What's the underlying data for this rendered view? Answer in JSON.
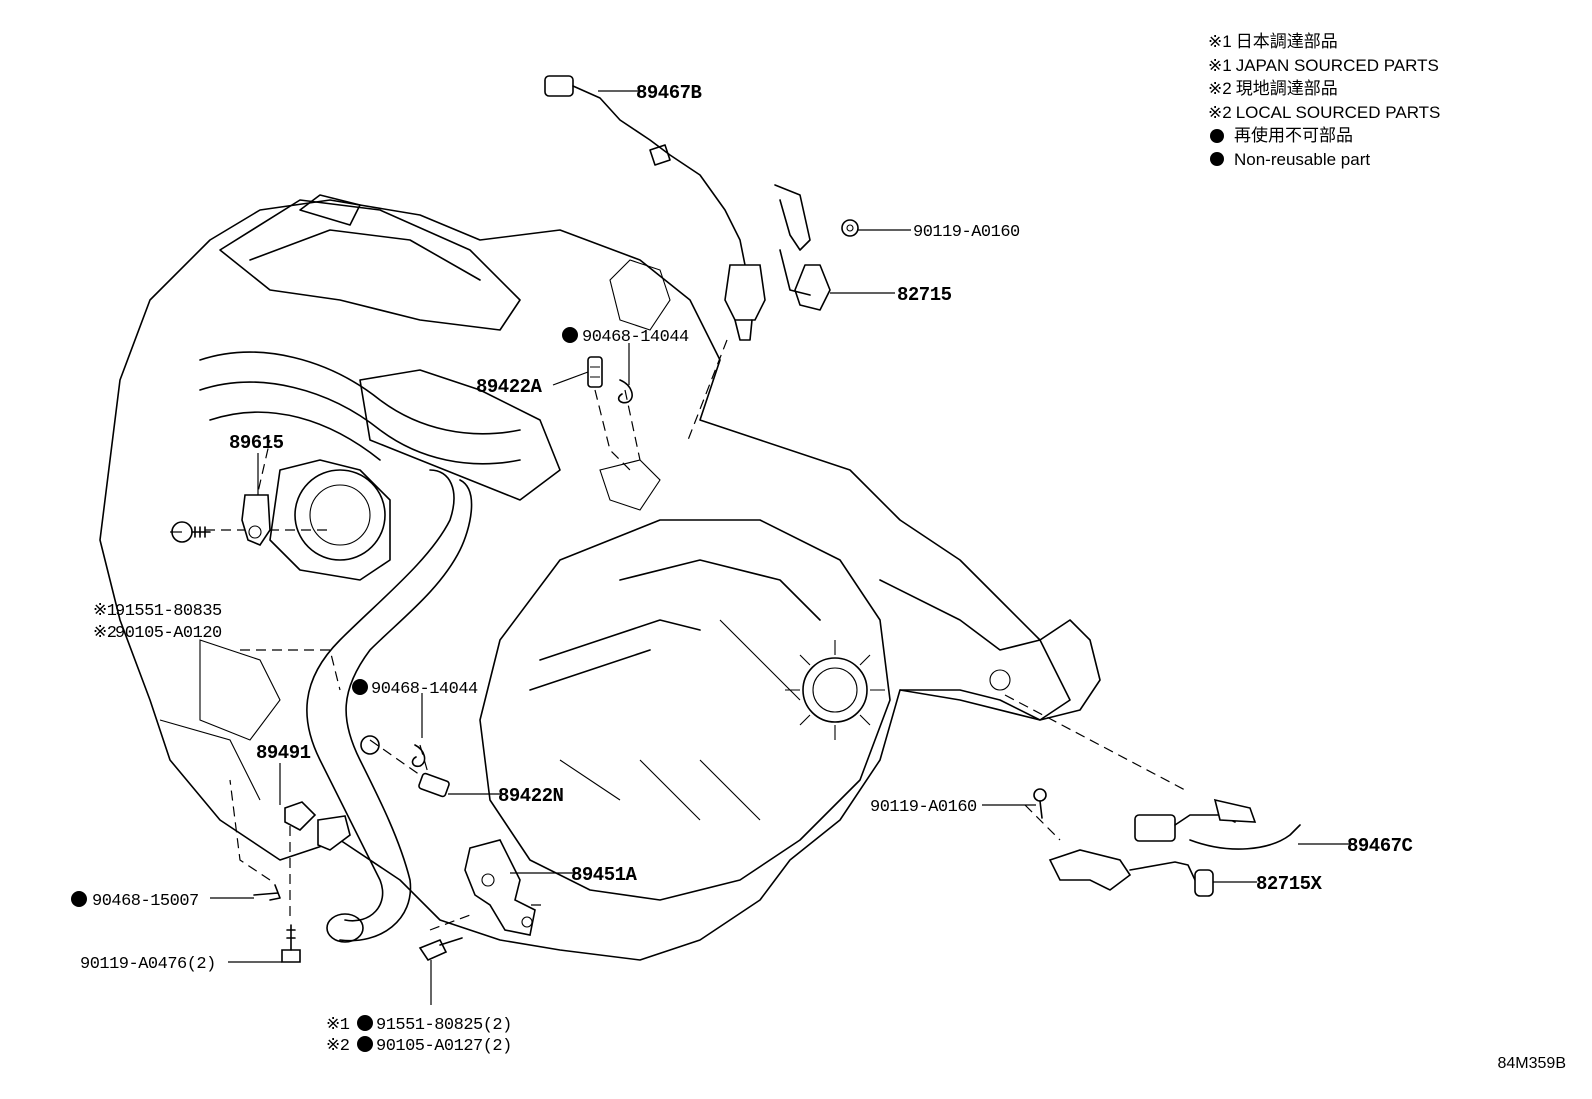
{
  "legend": {
    "row1": {
      "mark": "※1",
      "text": "日本調達部品"
    },
    "row2": {
      "mark": "※1",
      "text": "JAPAN SOURCED PARTS"
    },
    "row3": {
      "mark": "※2",
      "text": "現地調達部品"
    },
    "row4": {
      "mark": "※2",
      "text": "LOCAL SOURCED PARTS"
    },
    "row5": {
      "symbol": "●",
      "text": "再使用不可部品"
    },
    "row6": {
      "symbol": "●",
      "text": "Non-reusable part"
    }
  },
  "parts": {
    "p89467B": "89467B",
    "p90119_top": "90119-A0160",
    "p82715": "82715",
    "p90468_top": "90468-14044",
    "p89422A": "89422A",
    "p89615": "89615",
    "p91551_80835": "91551-80835",
    "p90105_A0120": "90105-A0120",
    "p90468_mid": "90468-14044",
    "p89491": "89491",
    "p89422N": "89422N",
    "p90119_right": "90119-A0160",
    "p89467C": "89467C",
    "p89451A": "89451A",
    "p82715X": "82715X",
    "p90468_15007": "90468-15007",
    "p90119_A0476": "90119-A0476(2)",
    "p91551_80825": "91551-80825(2)",
    "p90105_A0127": "90105-A0127(2)"
  },
  "marks": {
    "m1": "※1",
    "m2": "※2",
    "m1b": "※1",
    "m2b": "※2"
  },
  "diagram_code": "84M359B",
  "icons": [
    "non-reusable-dot-icon"
  ]
}
